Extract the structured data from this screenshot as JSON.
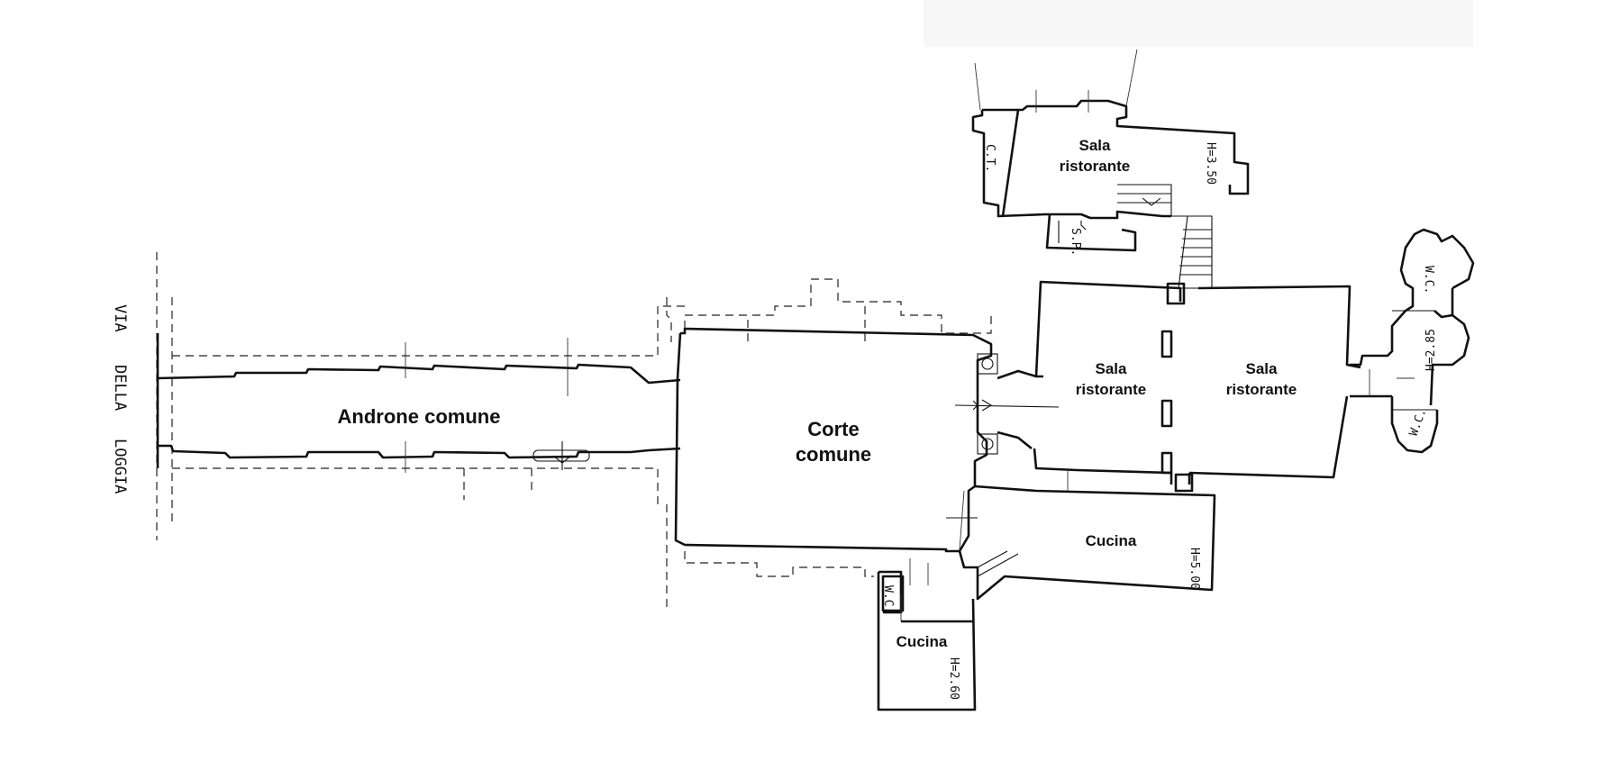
{
  "street_name": {
    "part1": "VIA",
    "part2": "DELLA",
    "part3": "LOGGIA"
  },
  "rooms": {
    "androne": "Androne comune",
    "corte_line1": "Corte",
    "corte_line2": "comune",
    "sala_top_line1": "Sala",
    "sala_top_line2": "ristorante",
    "sala_left_line1": "Sala",
    "sala_left_line2": "ristorante",
    "sala_right_line1": "Sala",
    "sala_right_line2": "ristorante",
    "cucina_main": "Cucina",
    "cucina_small": "Cucina"
  },
  "annotations": {
    "ct": "C.T.",
    "sp": "S.P.",
    "wc_top": "W.C.",
    "wc_bottom": "W.C.",
    "wc_small": "W.C.",
    "h_sala_top": "H=3.50",
    "h_wc": "H=2.85",
    "h_cucina_main": "H=5.00",
    "h_cucina_small": "H=2.60"
  }
}
